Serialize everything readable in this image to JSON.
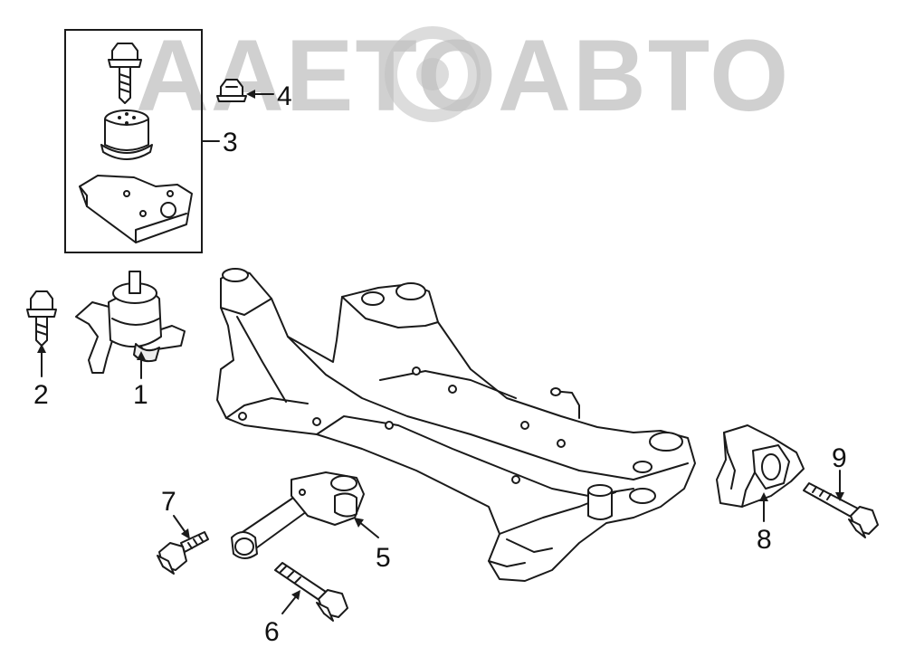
{
  "watermark": {
    "text": "AAETOABTO",
    "color": "#c8c8c8"
  },
  "callouts": [
    {
      "number": "1",
      "part": "engine-mount"
    },
    {
      "number": "2",
      "part": "mount-bolt"
    },
    {
      "number": "3",
      "part": "mount-bracket-kit"
    },
    {
      "number": "4",
      "part": "nut"
    },
    {
      "number": "5",
      "part": "torque-rod"
    },
    {
      "number": "6",
      "part": "torque-rod-bolt"
    },
    {
      "number": "7",
      "part": "flange-bolt"
    },
    {
      "number": "8",
      "part": "transmission-mount"
    },
    {
      "number": "9",
      "part": "transmission-mount-bolt"
    }
  ]
}
